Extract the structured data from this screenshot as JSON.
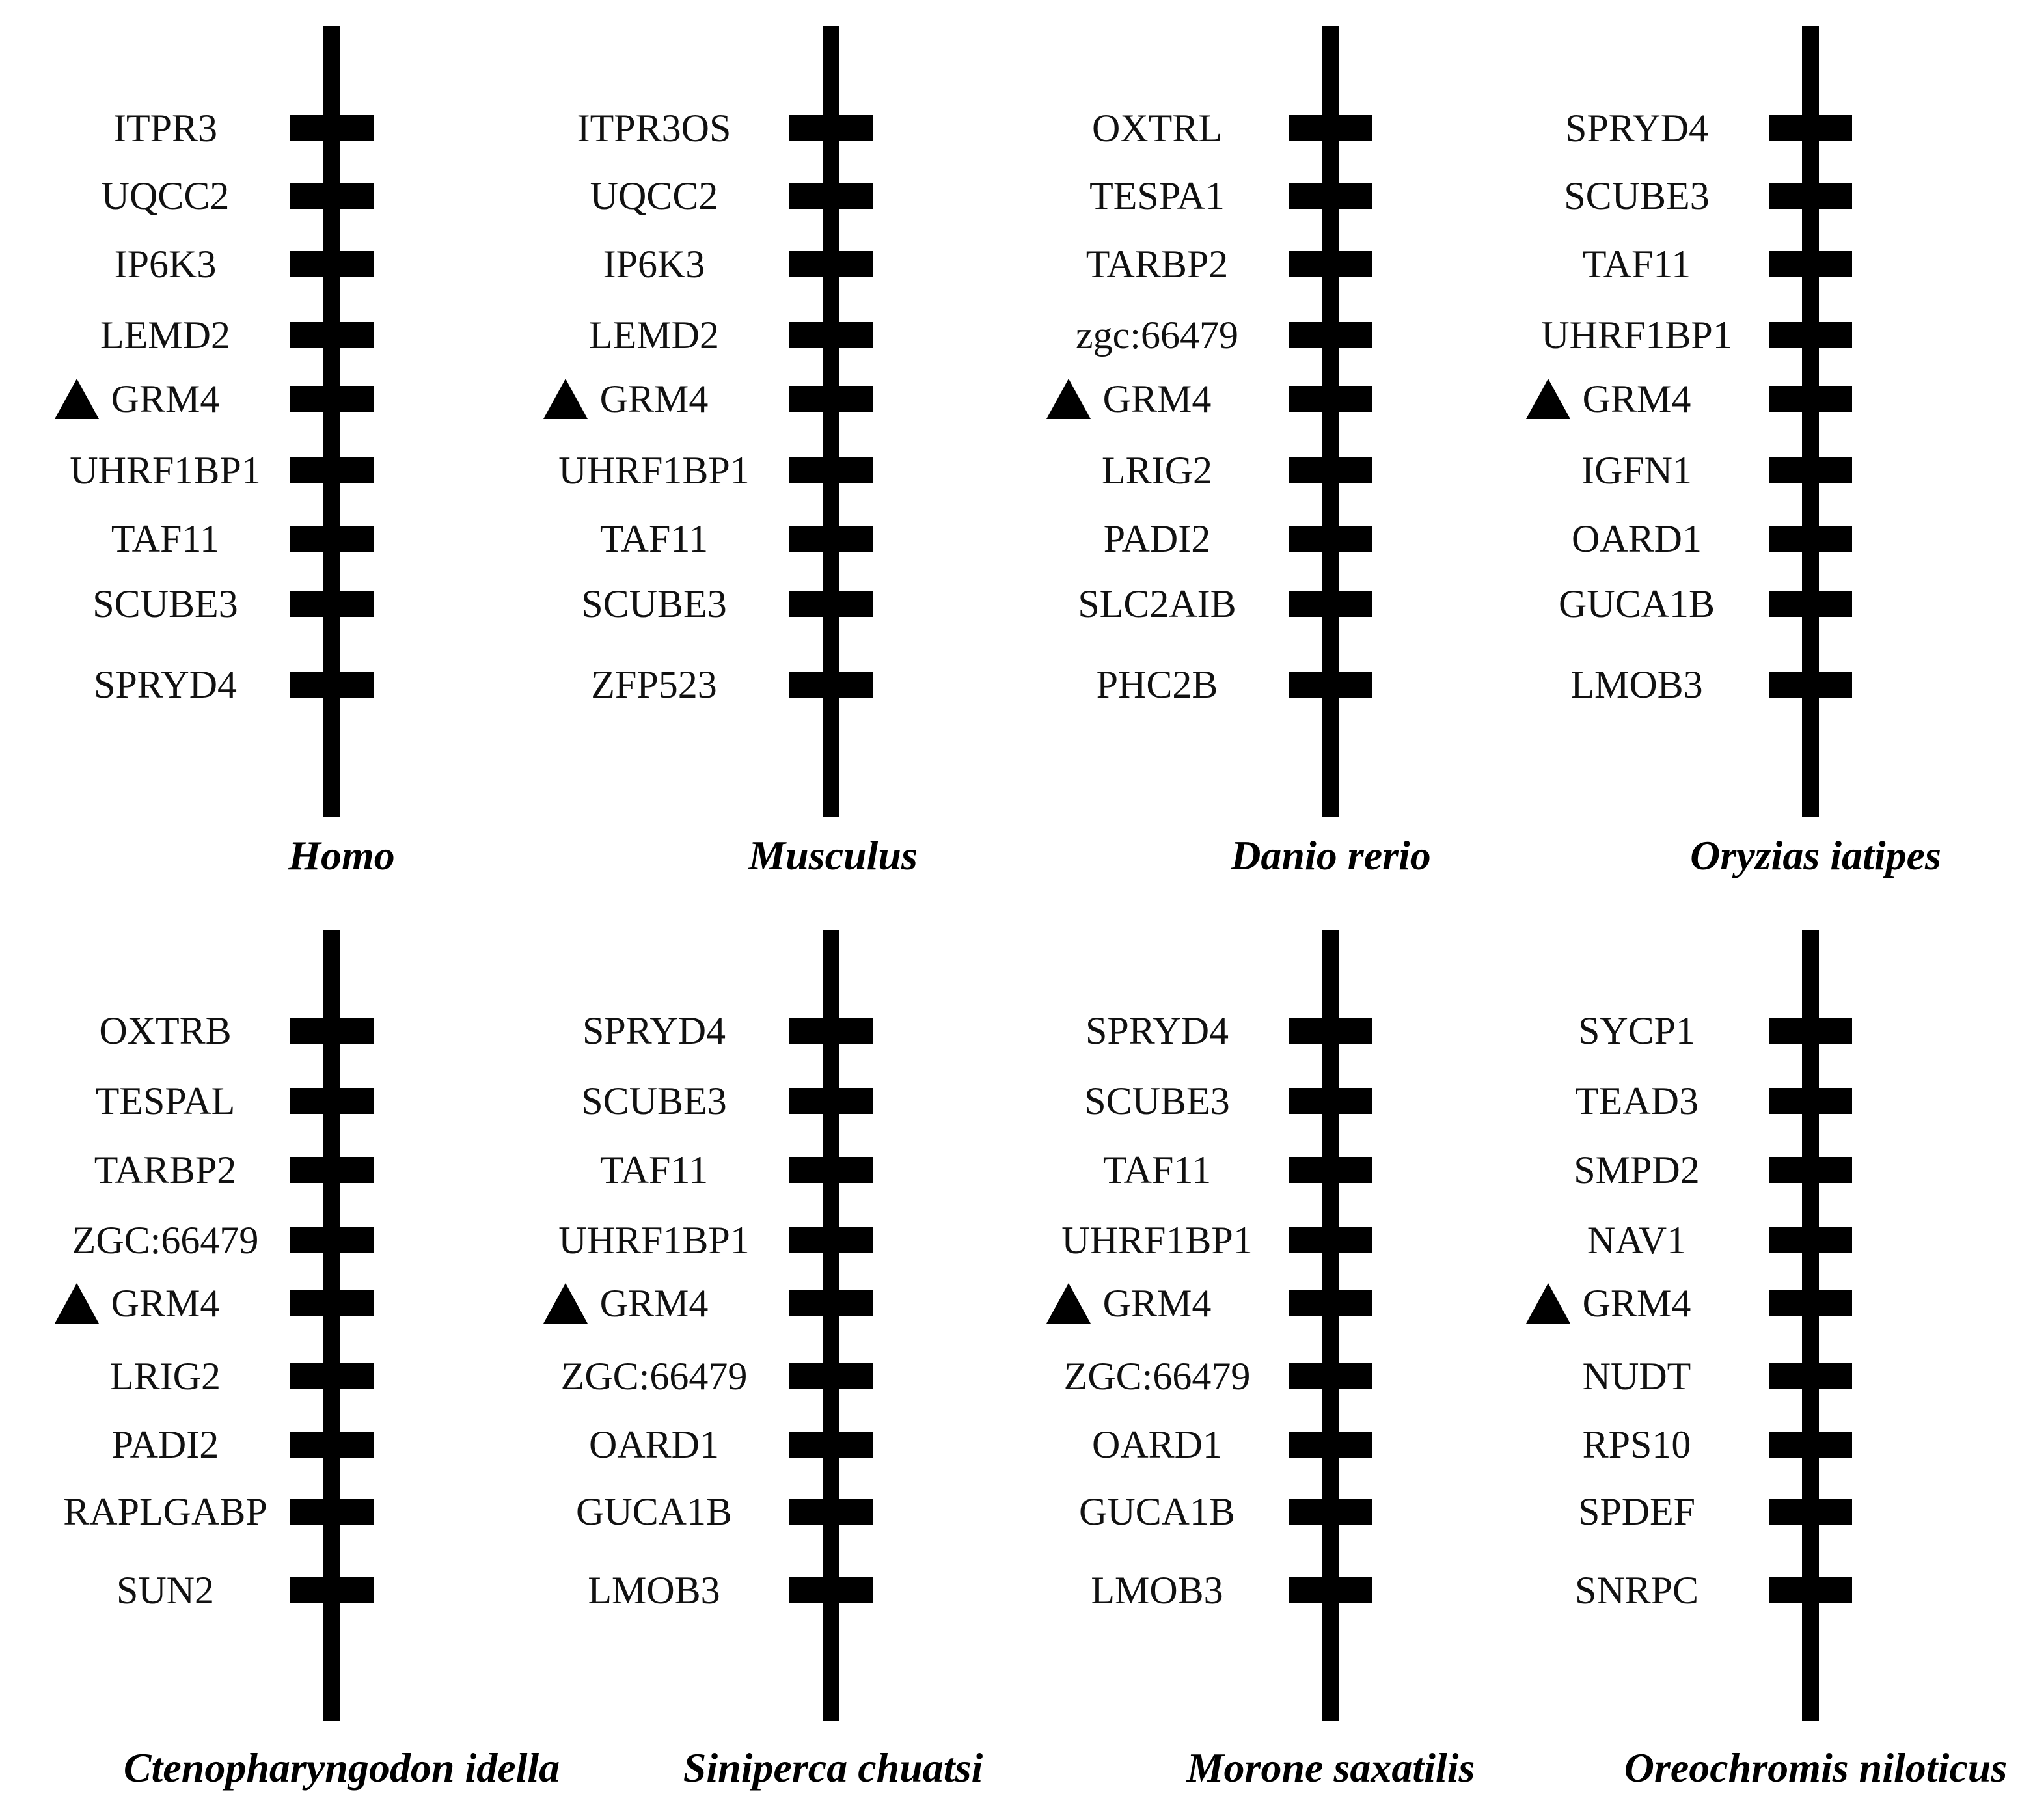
{
  "panels": [
    {
      "species": "Homo",
      "genes": [
        "ITPR3",
        "UQCC2",
        "IP6K3",
        "LEMD2",
        "GRM4",
        "UHRF1BP1",
        "TAF11",
        "SCUBE3",
        "SPRYD4"
      ],
      "marked_gene": "GRM4"
    },
    {
      "species": "Musculus",
      "genes": [
        "ITPR3OS",
        "UQCC2",
        "IP6K3",
        "LEMD2",
        "GRM4",
        "UHRF1BP1",
        "TAF11",
        "SCUBE3",
        "ZFP523"
      ],
      "marked_gene": "GRM4"
    },
    {
      "species": "Danio rerio",
      "genes": [
        "OXTRL",
        "TESPA1",
        "TARBP2",
        "zgc:66479",
        "GRM4",
        "LRIG2",
        "PADI2",
        "SLC2AIB",
        "PHC2B"
      ],
      "marked_gene": "GRM4"
    },
    {
      "species": "Oryzias iatipes",
      "genes": [
        "SPRYD4",
        "SCUBE3",
        "TAF11",
        "UHRF1BP1",
        "GRM4",
        "IGFN1",
        "OARD1",
        "GUCA1B",
        "LMOB3"
      ],
      "marked_gene": "GRM4"
    },
    {
      "species": "Ctenopharyngodon idella",
      "genes": [
        "OXTRB",
        "TESPAL",
        "TARBP2",
        "ZGC:66479",
        "GRM4",
        "LRIG2",
        "PADI2",
        "RAPLGABP",
        "SUN2"
      ],
      "marked_gene": "GRM4"
    },
    {
      "species": "Siniperca chuatsi",
      "genes": [
        "SPRYD4",
        "SCUBE3",
        "TAF11",
        "UHRF1BP1",
        "GRM4",
        "ZGC:66479",
        "OARD1",
        "GUCA1B",
        "LMOB3"
      ],
      "marked_gene": "GRM4"
    },
    {
      "species": "Morone saxatilis",
      "genes": [
        "SPRYD4",
        "SCUBE3",
        "TAF11",
        "UHRF1BP1",
        "GRM4",
        "ZGC:66479",
        "OARD1",
        "GUCA1B",
        "LMOB3"
      ],
      "marked_gene": "GRM4"
    },
    {
      "species": "Oreochromis niloticus",
      "genes": [
        "SYCP1",
        "TEAD3",
        "SMPD2",
        "NAV1",
        "GRM4",
        "NUDT",
        "RPS10",
        "SPDEF",
        "SNRPC"
      ],
      "marked_gene": "GRM4"
    }
  ],
  "colors": {
    "line": "#000000",
    "text": "#111111",
    "background": "#ffffff"
  }
}
